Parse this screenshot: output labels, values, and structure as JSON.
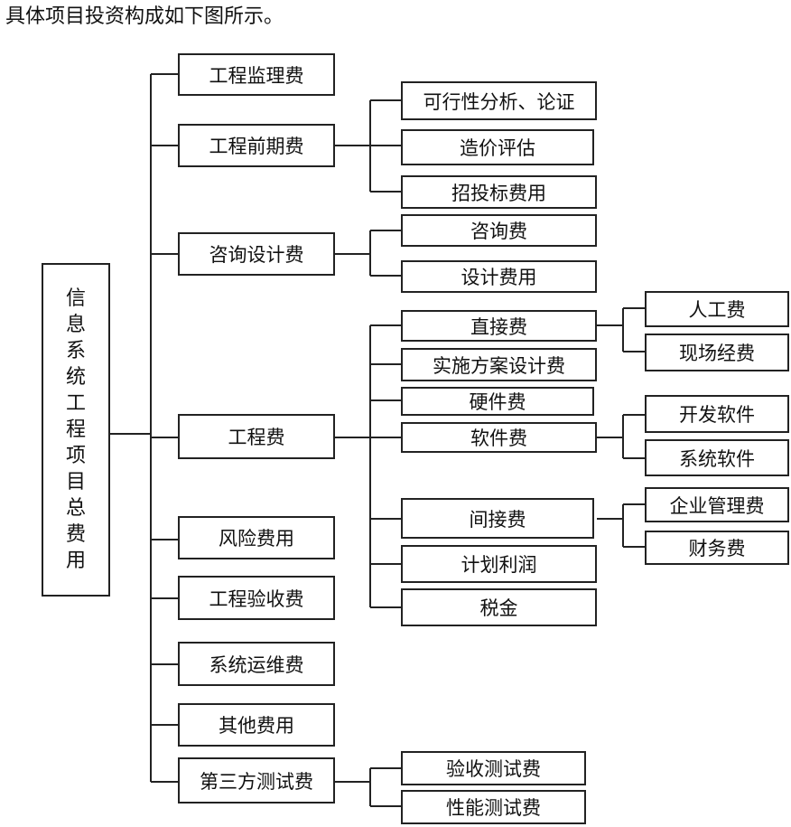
{
  "intro_text": "具体项目投资构成如下图所示。",
  "tree": {
    "root": "信息系统工程项目总费用",
    "level1": [
      {
        "label": "工程监理费",
        "children": []
      },
      {
        "label": "工程前期费",
        "children": [
          "可行性分析、论证",
          "造价评估",
          "招投标费用"
        ]
      },
      {
        "label": "咨询设计费",
        "children": [
          "咨询费",
          "设计费用"
        ]
      },
      {
        "label": "工程费",
        "children": [
          {
            "label": "直接费",
            "children": [
              "人工费",
              "现场经费"
            ]
          },
          {
            "label": "实施方案设计费",
            "children": []
          },
          {
            "label": "硬件费",
            "children": []
          },
          {
            "label": "软件费",
            "children": [
              "开发软件",
              "系统软件"
            ]
          },
          {
            "label": "间接费",
            "children": [
              "企业管理费",
              "财务费"
            ]
          },
          {
            "label": "计划利润",
            "children": []
          },
          {
            "label": "税金",
            "children": []
          }
        ]
      },
      {
        "label": "风险费用",
        "children": []
      },
      {
        "label": "工程验收费",
        "children": []
      },
      {
        "label": "系统运维费",
        "children": []
      },
      {
        "label": "其他费用",
        "children": []
      },
      {
        "label": "第三方测试费",
        "children": [
          "验收测试费",
          "性能测试费"
        ]
      }
    ]
  }
}
